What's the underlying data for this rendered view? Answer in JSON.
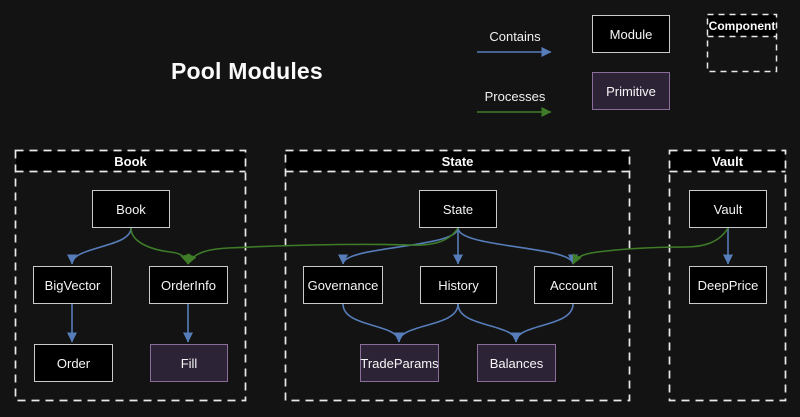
{
  "title": "Pool Modules",
  "legend": {
    "contains_label": "Contains",
    "processes_label": "Processes",
    "module_label": "Module",
    "primitive_label": "Primitive",
    "component_label": "Component"
  },
  "containers": {
    "book": {
      "label": "Book"
    },
    "state": {
      "label": "State"
    },
    "vault": {
      "label": "Vault"
    }
  },
  "nodes": {
    "book": {
      "label": "Book",
      "type": "module",
      "container": "book"
    },
    "bigvector": {
      "label": "BigVector",
      "type": "module",
      "container": "book"
    },
    "orderinfo": {
      "label": "OrderInfo",
      "type": "module",
      "container": "book"
    },
    "order": {
      "label": "Order",
      "type": "module",
      "container": "book"
    },
    "fill": {
      "label": "Fill",
      "type": "primitive",
      "container": "book"
    },
    "state": {
      "label": "State",
      "type": "module",
      "container": "state"
    },
    "governance": {
      "label": "Governance",
      "type": "module",
      "container": "state"
    },
    "history": {
      "label": "History",
      "type": "module",
      "container": "state"
    },
    "account": {
      "label": "Account",
      "type": "module",
      "container": "state"
    },
    "tradeparams": {
      "label": "TradeParams",
      "type": "primitive",
      "container": "state"
    },
    "balances": {
      "label": "Balances",
      "type": "primitive",
      "container": "state"
    },
    "vault": {
      "label": "Vault",
      "type": "module",
      "container": "vault"
    },
    "deepprice": {
      "label": "DeepPrice",
      "type": "module",
      "container": "vault"
    }
  },
  "edges": [
    {
      "from": "book",
      "to": "bigvector",
      "type": "contains"
    },
    {
      "from": "bigvector",
      "to": "order",
      "type": "contains"
    },
    {
      "from": "orderinfo",
      "to": "fill",
      "type": "contains"
    },
    {
      "from": "book",
      "to": "orderinfo",
      "type": "processes"
    },
    {
      "from": "state",
      "to": "orderinfo",
      "type": "processes"
    },
    {
      "from": "state",
      "to": "governance",
      "type": "contains"
    },
    {
      "from": "state",
      "to": "history",
      "type": "contains"
    },
    {
      "from": "state",
      "to": "account",
      "type": "contains"
    },
    {
      "from": "governance",
      "to": "tradeparams",
      "type": "contains"
    },
    {
      "from": "history",
      "to": "tradeparams",
      "type": "contains"
    },
    {
      "from": "history",
      "to": "balances",
      "type": "contains"
    },
    {
      "from": "account",
      "to": "balances",
      "type": "contains"
    },
    {
      "from": "vault",
      "to": "deepprice",
      "type": "contains"
    },
    {
      "from": "vault",
      "to": "account",
      "type": "processes"
    }
  ],
  "colors": {
    "background": "#131313",
    "module_fill": "#000000",
    "module_border": "#c9cacb",
    "primitive_fill": "#2d2336",
    "primitive_border": "#8a6d99",
    "contains_edge": "#567db9",
    "processes_edge": "#3e7c28",
    "cluster_border": "#e8e8e8",
    "text": "#f5f5f5"
  }
}
